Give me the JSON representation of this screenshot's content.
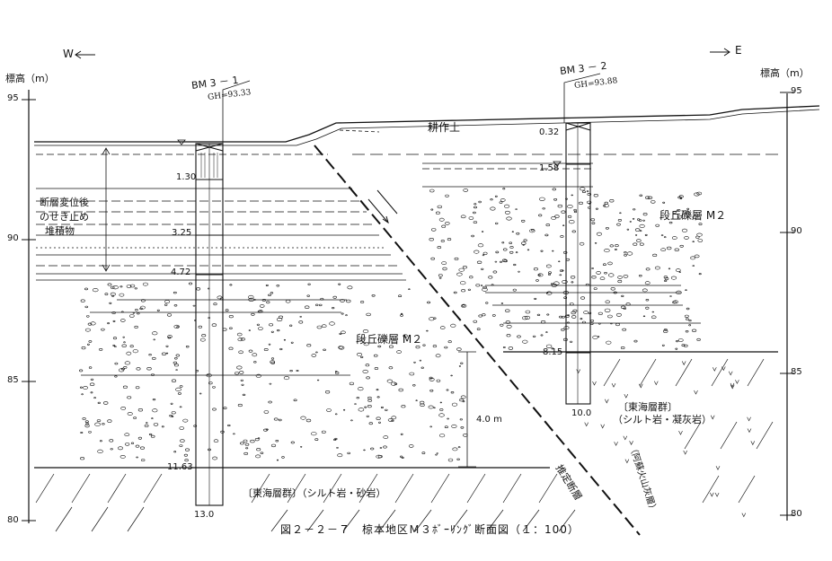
{
  "directions": {
    "west": "W",
    "east": "E"
  },
  "left_axis": {
    "label": "標高（m）",
    "ticks": [
      "95",
      "90",
      "85",
      "80"
    ]
  },
  "right_axis": {
    "label": "標高（m）",
    "ticks": [
      "95",
      "90",
      "85",
      "80"
    ]
  },
  "boreholes": [
    {
      "name": "BM 3 － 1",
      "gh": "GH=93.33",
      "depths": [
        "1.30",
        "3.25",
        "4.72",
        "11.63",
        "13.0"
      ]
    },
    {
      "name": "BM 3 － 2",
      "gh": "GH=93.88",
      "depths": [
        "0.32",
        "1.58",
        "8.15",
        "10.0"
      ]
    }
  ],
  "labels": {
    "topsoil": "耕作土",
    "backfill_line1": "断層変位後",
    "backfill_line2": "のせき止め",
    "backfill_line3": "堆積物",
    "gravel_left": "段丘礫層 M２",
    "gravel_right": "段丘礫層 M２",
    "tokai_left": "〔東海層群〕（シルト岩・砂岩）",
    "tokai_right_line1": "〔東海層群〕",
    "tokai_right_line2": "（シルト岩・凝灰岩）",
    "aso_ash": "（阿蘇火山灰層）",
    "inferred_fault": "推定断層",
    "offset": "4.0 m"
  },
  "caption": "図２－２－７　椋本地区Ｍ３ﾎﾞｰﾘﾝｸﾞ断面図（１：100）",
  "colors": {
    "ink": "#111111",
    "paper": "#ffffff"
  }
}
